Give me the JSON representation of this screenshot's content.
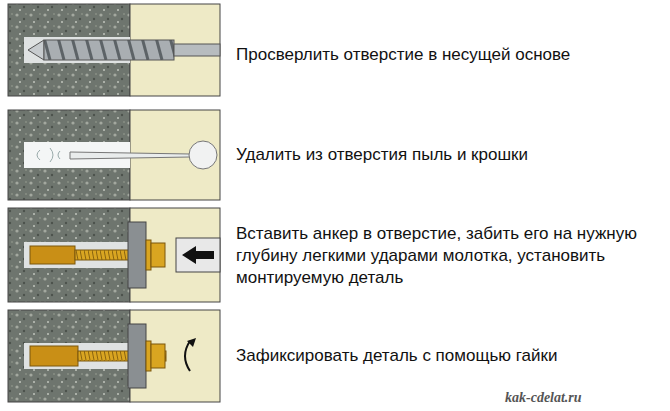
{
  "diagram": {
    "labels": [
      "Просверлить отверстие в несущей основе",
      "Удалить из отверстия пыль и крошки",
      "Вставить анкер в отверстие, забить его на нужную глубину легкими ударами молотка, установить монтируемую деталь",
      "Зафиксировать деталь с помощью гайки",
      "kak-cdelat.ru"
    ]
  }
}
